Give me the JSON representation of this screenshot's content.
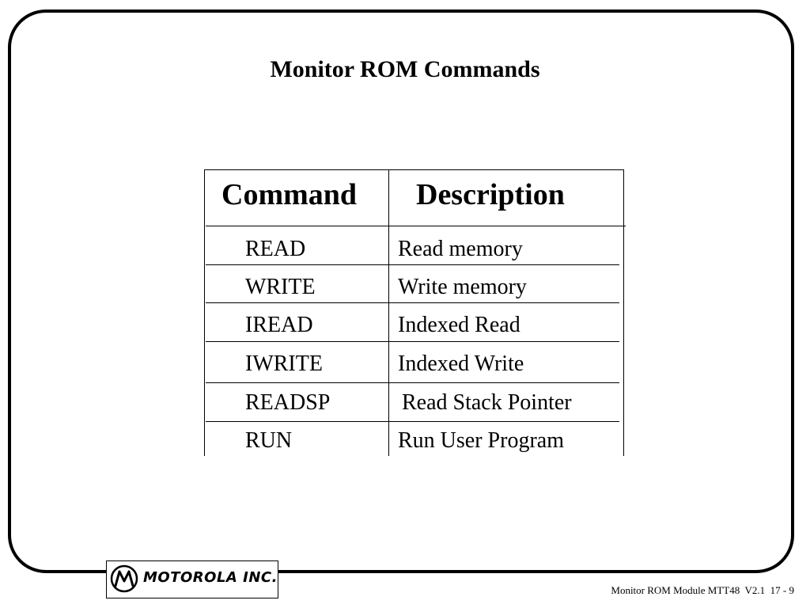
{
  "slide": {
    "title": "Monitor ROM Commands",
    "footer": "Monitor ROM Module MTT48  V2.1  17 - 9"
  },
  "table": {
    "headers": {
      "command": "Command",
      "description": "Description"
    },
    "rows": [
      {
        "command": "READ",
        "description": "Read memory"
      },
      {
        "command": "WRITE",
        "description": "Write memory"
      },
      {
        "command": "IREAD",
        "description": "Indexed Read"
      },
      {
        "command": "IWRITE",
        "description": "Indexed Write"
      },
      {
        "command": "READSP",
        "description": "Read Stack Pointer"
      },
      {
        "command": "RUN",
        "description": "Run User Program"
      }
    ]
  },
  "logo": {
    "icon": "motorola-batwing-logo",
    "text": "MOTOROLA INC."
  }
}
